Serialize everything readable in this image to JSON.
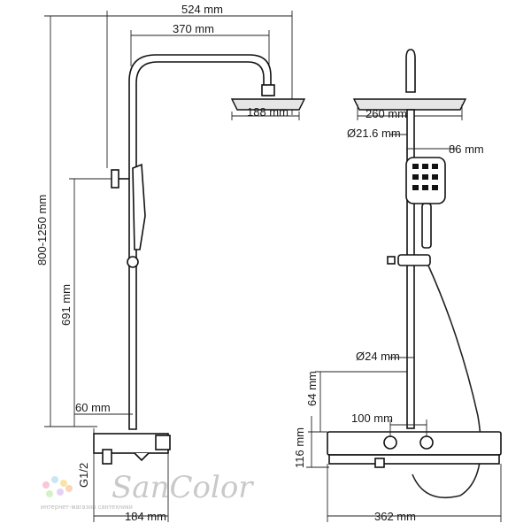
{
  "dimensions": {
    "overall_width": "524 mm",
    "arm_length": "370 mm",
    "head_side": "188 mm",
    "height_range": "800-1250 mm",
    "slider_height": "691 mm",
    "side_offset": "60 mm",
    "inlet": "G1/2",
    "mixer_depth": "184 mm",
    "head_diameter": "260 mm",
    "arm_diameter": "Ø21.6 mm",
    "hand_shower_width": "86 mm",
    "riser_diameter": "Ø24 mm",
    "shelf_clearance": "64 mm",
    "center_distance": "100 mm",
    "mixer_height": "116 mm",
    "mixer_width": "362 mm"
  },
  "watermark": {
    "brand": "SanColor",
    "tagline": "интернет-магазин сантехники",
    "dot_colors": [
      "#f7c8d8",
      "#c9e6f5",
      "#f9e3a8",
      "#d6f0c7",
      "#e4d2f3",
      "#fbd5b8"
    ]
  }
}
